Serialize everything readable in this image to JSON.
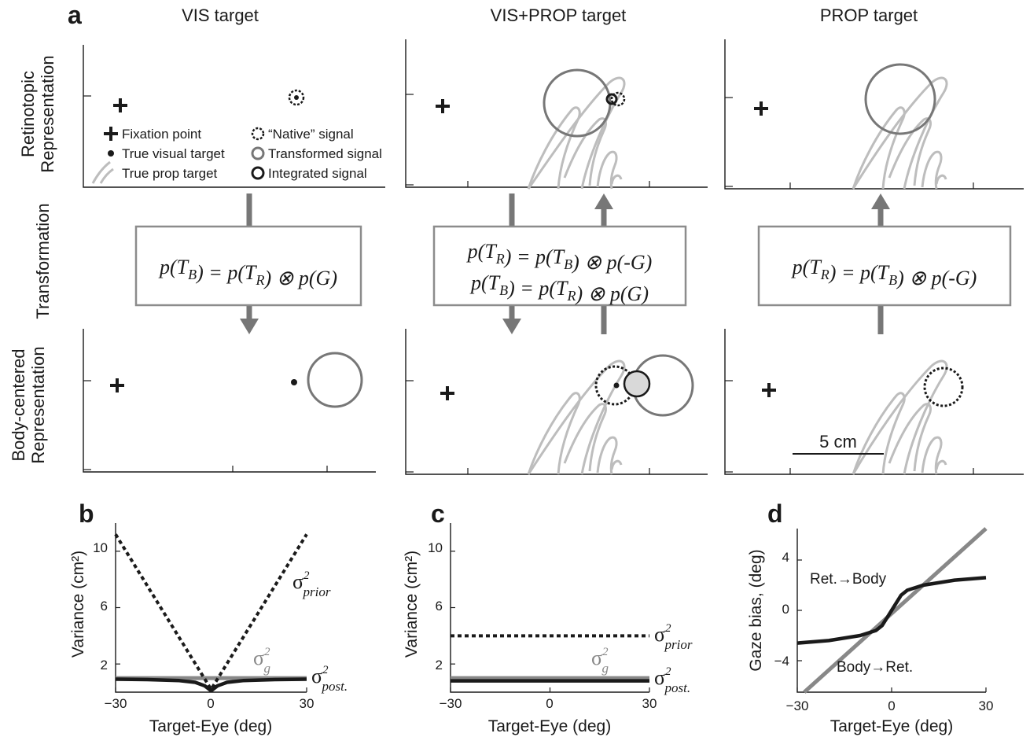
{
  "panel_letters": {
    "a": "a",
    "b": "b",
    "c": "c",
    "d": "d"
  },
  "column_titles": [
    "VIS target",
    "VIS+PROP target",
    "PROP target"
  ],
  "row_labels": {
    "retinotopic": [
      "Retinotopic",
      "Representation"
    ],
    "transformation": "Transformation",
    "body": [
      "Body-centered",
      "Representation"
    ]
  },
  "legend": {
    "fixation": "Fixation point",
    "visual": "True visual target",
    "prop": "True prop target",
    "native": "“Native” signal",
    "transformed": "Transformed signal",
    "integrated": "Integrated signal"
  },
  "formulas": {
    "vis": "p(TB) = p(TR) ⊗ p(G)",
    "visprop_1": "p(TR) = p(TB) ⊗ p(-G)",
    "visprop_2": "p(TB) = p(TR) ⊗ p(G)",
    "prop": "p(TR) = p(TB) ⊗ p(-G)"
  },
  "scale_bar": "5 cm",
  "colors": {
    "dark": "#1a1a1a",
    "gray": "#777777",
    "light_gray": "#bdbdbd",
    "fill_gray": "#d9d9d9"
  },
  "chart_data": [
    {
      "panel": "b",
      "type": "line",
      "xlabel": "Target-Eye (deg)",
      "ylabel": "Variance (cm²)",
      "xlim": [
        -30,
        30
      ],
      "ylim": [
        0,
        12
      ],
      "xticks": [
        "−30",
        "0",
        "30"
      ],
      "yticks": [
        "2",
        "6",
        "10"
      ],
      "series": [
        {
          "name": "σ²prior",
          "style": "dashed",
          "x": [
            -30,
            0,
            30
          ],
          "y": [
            11.2,
            0.2,
            11.2
          ]
        },
        {
          "name": "σ²g",
          "style": "gray",
          "x": [
            -30,
            30
          ],
          "y": [
            1.0,
            1.0
          ]
        },
        {
          "name": "σ²post.",
          "style": "solid",
          "x": [
            -30,
            -20,
            -10,
            -5,
            -2,
            0,
            2,
            5,
            10,
            20,
            30
          ],
          "y": [
            0.92,
            0.89,
            0.82,
            0.7,
            0.45,
            0.1,
            0.45,
            0.7,
            0.82,
            0.89,
            0.92
          ]
        }
      ]
    },
    {
      "panel": "c",
      "type": "line",
      "xlabel": "Target-Eye (deg)",
      "ylabel": "Variance (cm²)",
      "xlim": [
        -30,
        30
      ],
      "ylim": [
        0,
        12
      ],
      "xticks": [
        "−30",
        "0",
        "30"
      ],
      "yticks": [
        "2",
        "6",
        "10"
      ],
      "series": [
        {
          "name": "σ²prior",
          "style": "dashed",
          "x": [
            -30,
            30
          ],
          "y": [
            4.0,
            4.0
          ]
        },
        {
          "name": "σ²g",
          "style": "gray",
          "x": [
            -30,
            30
          ],
          "y": [
            1.0,
            1.0
          ]
        },
        {
          "name": "σ²post.",
          "style": "solid",
          "x": [
            -30,
            30
          ],
          "y": [
            0.8,
            0.8
          ]
        }
      ]
    },
    {
      "panel": "d",
      "type": "line",
      "xlabel": "Target-Eye (deg)",
      "ylabel": "Gaze bias, (deg)",
      "xlim": [
        -30,
        30
      ],
      "ylim": [
        -6.5,
        6.5
      ],
      "xticks": [
        "−30",
        "0",
        "30"
      ],
      "yticks": [
        "−4",
        "0",
        "4"
      ],
      "series": [
        {
          "name": "Ret.→Body",
          "style": "solid",
          "x": [
            -30,
            -20,
            -10,
            -5,
            -3,
            -1,
            0,
            1,
            3,
            5,
            10,
            20,
            30
          ],
          "y": [
            -2.6,
            -2.4,
            -2.0,
            -1.6,
            -1.2,
            -0.4,
            0.0,
            0.4,
            1.2,
            1.6,
            2.0,
            2.4,
            2.6
          ]
        },
        {
          "name": "Body→Ret.",
          "style": "gray",
          "x": [
            -30,
            30
          ],
          "y": [
            -7.0,
            6.5
          ]
        }
      ]
    }
  ]
}
